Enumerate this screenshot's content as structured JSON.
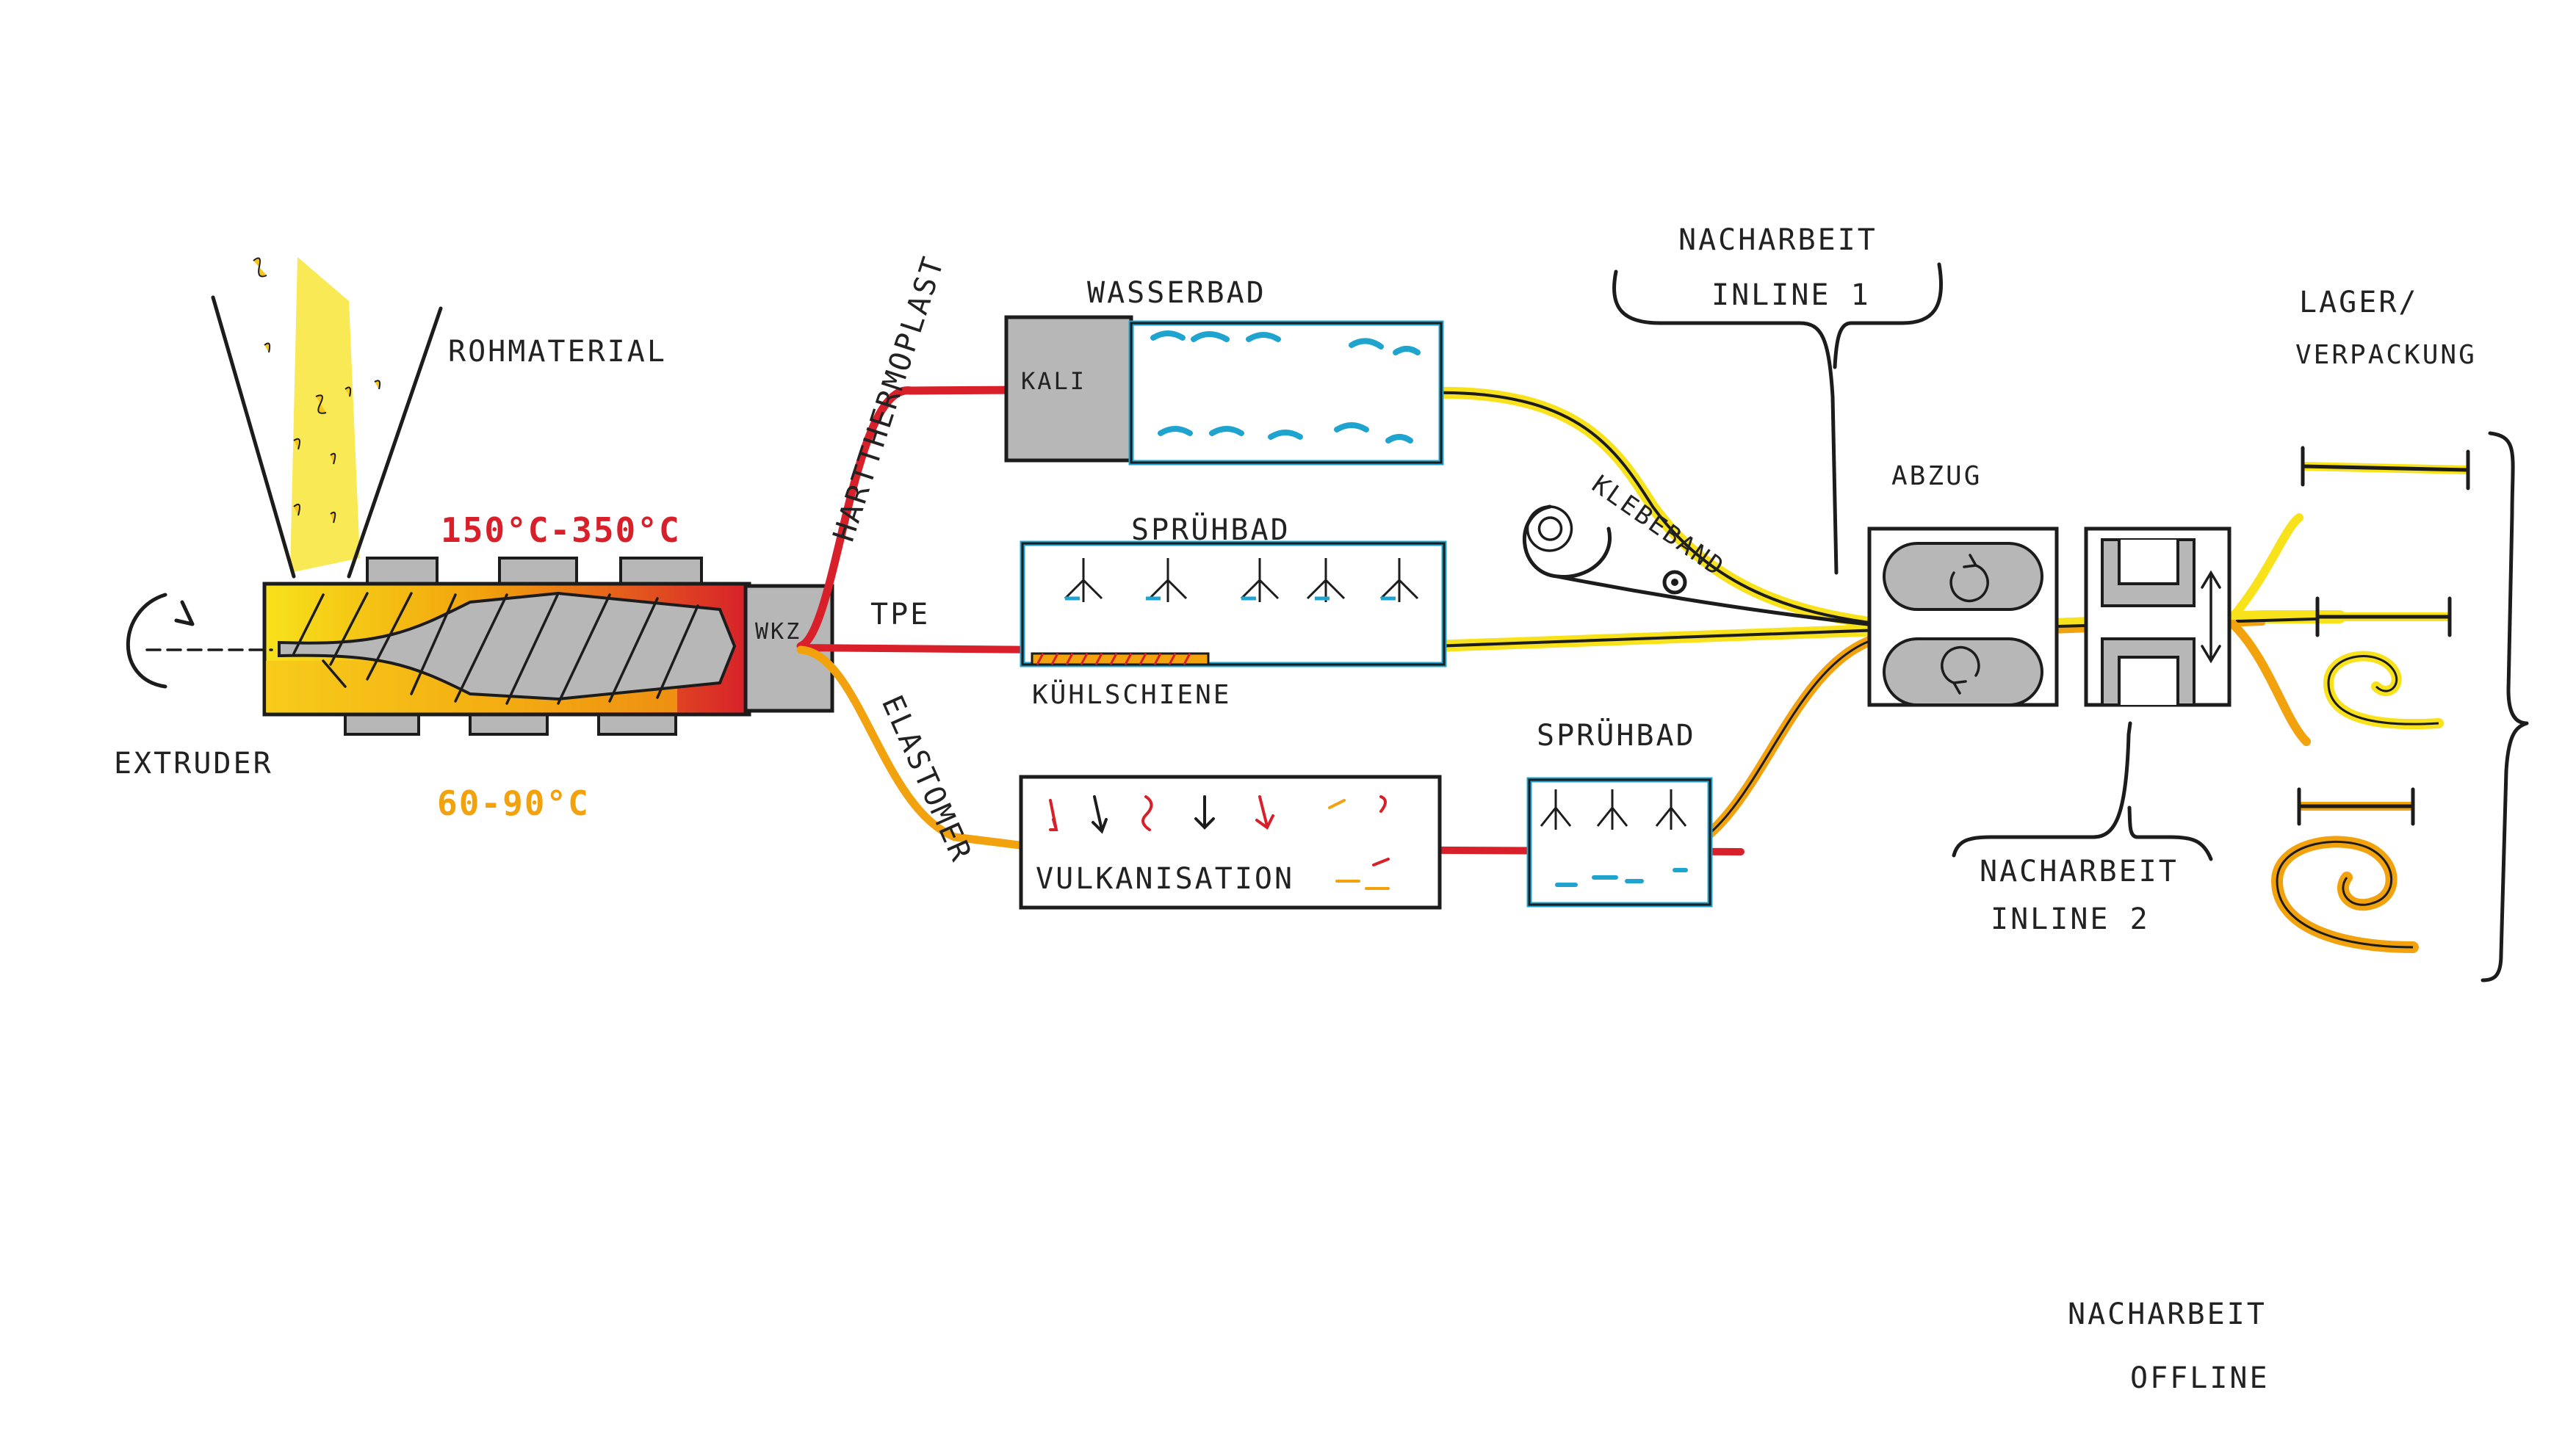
{
  "colors": {
    "ink": "#1c1c1c",
    "melt_red": "#d7202a",
    "cool_orange": "#f2a20d",
    "yellow": "#f7e21b",
    "water_blue": "#1fa3cf",
    "steel_grey": "#b7b7b7"
  },
  "labels": {
    "rohmaterial": "ROHMATERIAL",
    "extruder": "EXTRUDER",
    "temp_hot": "150°C-350°C",
    "temp_cool": "60-90°C",
    "wkz": "WKZ",
    "hartthermoplast": "HARTTHERMOPLAST",
    "tpe": "TPE",
    "elastomer": "ELASTOMER",
    "wasserbad": "WASSERBAD",
    "kali": "KALI",
    "spruehbad_mid": "SPRÜHBAD",
    "kuehlschiene": "KÜHLSCHIENE",
    "vulkanisation": "VULKANISATION",
    "spruehbad_low": "SPRÜHBAD",
    "klebeband": "KLEBEBAND",
    "nacharbeit_inline1_a": "NACHARBEIT",
    "nacharbeit_inline1_b": "INLINE 1",
    "abzug": "ABZUG",
    "nacharbeit_inline2_a": "NACHARBEIT",
    "nacharbeit_inline2_b": "INLINE 2",
    "lager_a": "LAGER/",
    "lager_b": "VERPACKUNG",
    "offline_a": "NACHARBEIT",
    "offline_b": "OFFLINE"
  },
  "icons": [
    "rotation-arrow-icon",
    "spray-nozzle-icon",
    "drop-arrow-icon",
    "adhesive-tape-roll-icon",
    "haul-off-belt-icon",
    "cutter-press-icon",
    "coil-icon"
  ]
}
